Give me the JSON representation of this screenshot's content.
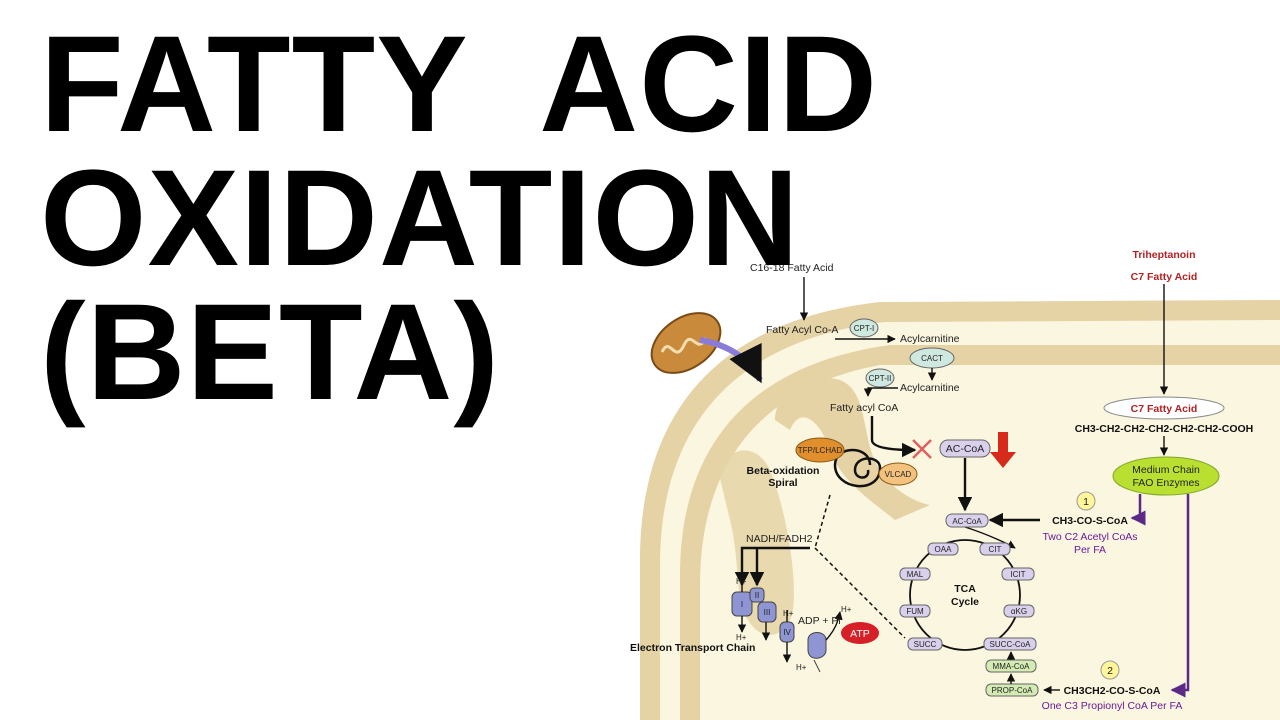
{
  "title_lines": [
    "FATTY  ACID",
    "OXIDATION",
    "(BETA)"
  ],
  "diagram": {
    "triheptanoin": "Triheptanoin",
    "c7_fatty_acid_top": "C7 Fatty Acid",
    "c16_18": "C16-18 Fatty Acid",
    "fatty_acyl_coa_top": "Fatty Acyl Co-A",
    "cpt1": "CPT-I",
    "acylcarnitine_1": "Acylcarnitine",
    "cact": "CACT",
    "cpt2": "CPT-II",
    "acylcarnitine_2": "Acylcarnitine",
    "fatty_acyl_coa_inner": "Fatty acyl CoA",
    "tfp_lchad": "TFP/LCHAD",
    "vlcad": "VLCAD",
    "beta_spiral_1": "Beta-oxidation",
    "beta_spiral_2": "Spiral",
    "ac_coa_top": "AC-CoA",
    "ac_coa_cycle": "AC-CoA",
    "c7_fatty_acid_box": "C7 Fatty Acid",
    "c7_formula": "CH3-CH2-CH2-CH2-CH2-CH2-COOH",
    "medium_chain_1": "Medium Chain",
    "medium_chain_2": "FAO Enzymes",
    "step1": "1",
    "step2": "2",
    "acetyl_formula": "CH3-CO-S-CoA",
    "acetyl_note_1": "Two C2 Acetyl CoAs",
    "acetyl_note_2": "Per FA",
    "propionyl_formula": "CH3CH2-CO-S-CoA",
    "propionyl_note": "One C3 Propionyl CoA Per FA",
    "nadh": "NADH/FADH2",
    "tca_1": "TCA",
    "tca_2": "Cycle",
    "oaa": "OAA",
    "cit": "CIT",
    "mal": "MAL",
    "icit": "ICIT",
    "fum": "FUM",
    "akg": "αKG",
    "succ": "SUCC",
    "succ_coa": "SUCC-CoA",
    "mma_coa": "MMA-CoA",
    "prop_coa": "PROP-CoA",
    "etc_label": "Electron Transport Chain",
    "complex_i": "I",
    "complex_ii": "II",
    "complex_iii": "III",
    "complex_iv": "IV",
    "adp_pi": "ADP + Pi",
    "atp": "ATP",
    "h_plus": "H+"
  },
  "colors": {
    "membrane": "#e5d3a6",
    "matrix": "#fbf6df",
    "enzyme_purple": "#d9d0ec",
    "enzyme_green": "#d4ecb3",
    "medium_chain": "#b9e031",
    "tfp": "#e08f2c",
    "vlcad": "#f2c27e",
    "red_arrow": "#d62a1a",
    "atp": "#d61f26",
    "etc_complex": "#8f94d3"
  }
}
